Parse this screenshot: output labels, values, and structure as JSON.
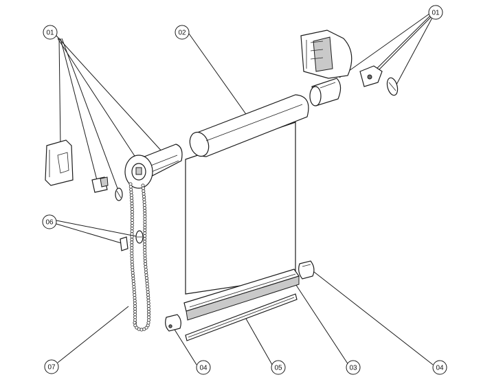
{
  "callouts": [
    {
      "id": "c01a",
      "label": "01"
    },
    {
      "id": "c01b",
      "label": "01"
    },
    {
      "id": "c02",
      "label": "02"
    },
    {
      "id": "c03",
      "label": "03"
    },
    {
      "id": "c04a",
      "label": "04"
    },
    {
      "id": "c04b",
      "label": "04"
    },
    {
      "id": "c05",
      "label": "05"
    },
    {
      "id": "c06",
      "label": "06"
    },
    {
      "id": "c07",
      "label": "07"
    }
  ],
  "colors": {
    "line": "#1a1a1a",
    "background": "#ffffff",
    "shade": "#c9c9c9"
  }
}
